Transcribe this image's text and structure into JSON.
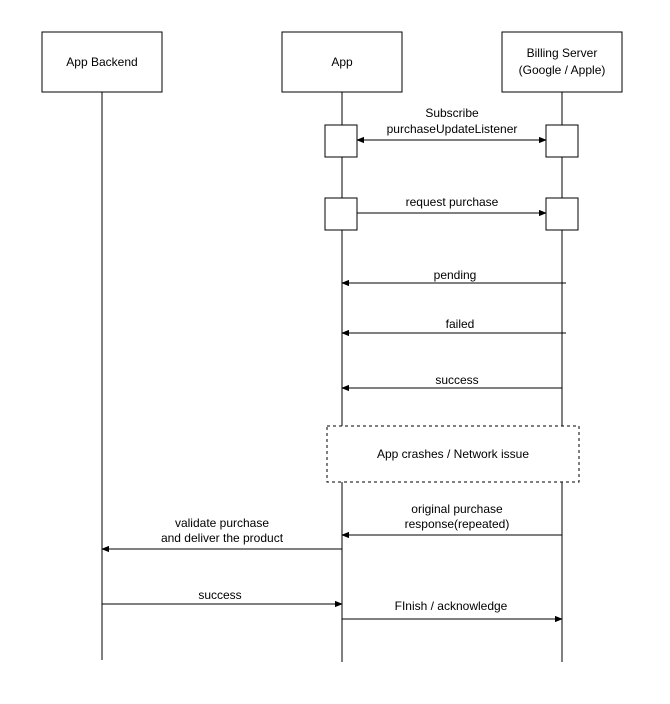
{
  "participants": {
    "backend": "App Backend",
    "app": "App",
    "billing_line1": "Billing Server",
    "billing_line2": "(Google / Apple)"
  },
  "messages": {
    "subscribe_line1": "Subscribe",
    "subscribe_line2": "purchaseUpdateListener",
    "request_purchase": "request purchase",
    "pending": "pending",
    "failed": "failed",
    "success_billing": "success",
    "original_line1": "original purchase",
    "original_line2": "response(repeated)",
    "validate_line1": "validate purchase",
    "validate_line2": "and deliver the product",
    "success_backend": "success",
    "finish": "FInish / acknowledge"
  },
  "note": {
    "text": "App crashes / Network issue"
  }
}
